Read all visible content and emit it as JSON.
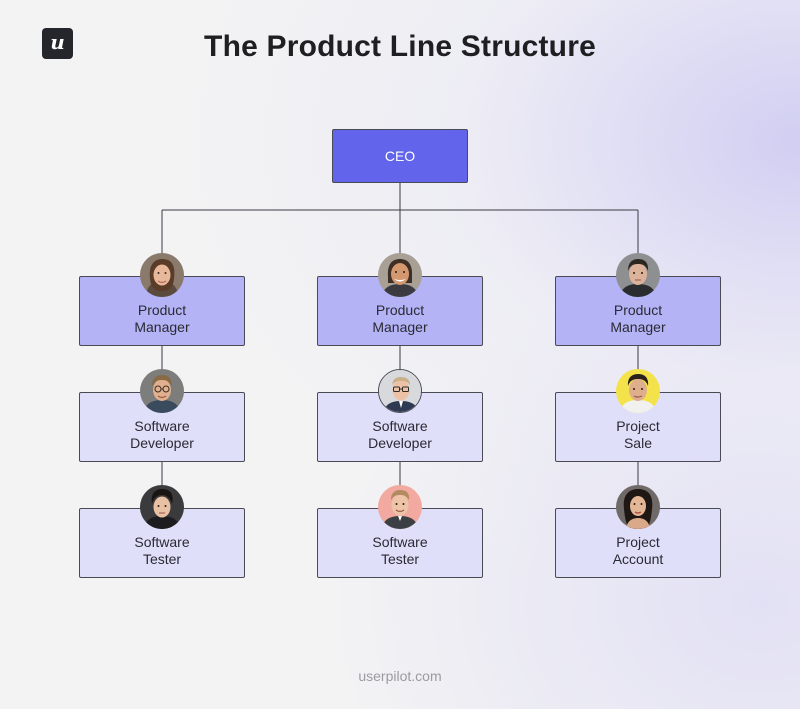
{
  "logo": {
    "glyph": "u"
  },
  "title": "The Product Line Structure",
  "ceo": {
    "label": "CEO"
  },
  "columns": [
    {
      "manager": "Product\nManager",
      "level2": "Software\nDeveloper",
      "level3": "Software\nTester"
    },
    {
      "manager": "Product\nManager",
      "level2": "Software\nDeveloper",
      "level3": "Software\nTester"
    },
    {
      "manager": "Product\nManager",
      "level2": "Project\nSale",
      "level3": "Project\nAccount"
    }
  ],
  "colors": {
    "ceo_fill": "#6264ec",
    "manager_fill": "#b3b3f6",
    "staff_fill": "#dfdffa",
    "connector": "#3a3a44"
  },
  "footer": "userpilot.com"
}
